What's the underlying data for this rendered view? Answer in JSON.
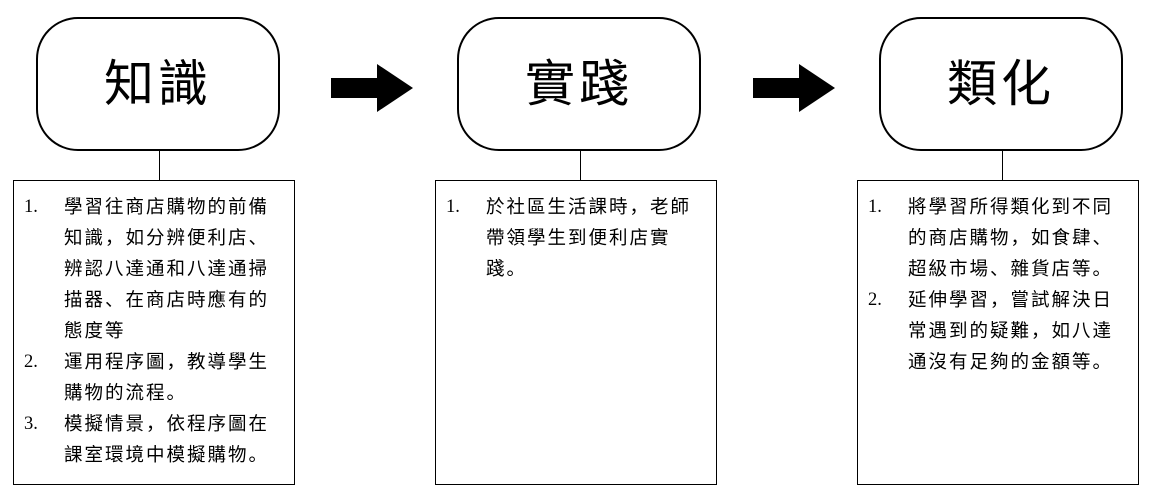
{
  "stages": [
    {
      "title": "知識",
      "items": [
        {
          "num": "1.",
          "text": "學習往商店購物的前備知識，如分辨便利店、辨認八達通和八達通掃描器、在商店時應有的態度等"
        },
        {
          "num": "2.",
          "text": "運用程序圖，教導學生購物的流程。"
        },
        {
          "num": "3.",
          "text": "模擬情景，依程序圖在課室環境中模擬購物。"
        }
      ]
    },
    {
      "title": "實踐",
      "items": [
        {
          "num": "1.",
          "text": "於社區生活課時，老師帶領學生到便利店實踐。"
        }
      ]
    },
    {
      "title": "類化",
      "items": [
        {
          "num": "1.",
          "text": "將學習所得類化到不同的商店購物，如食肆、超級市場、雜貨店等。"
        },
        {
          "num": "2.",
          "text": "延伸學習，嘗試解決日常遇到的疑難，如八達通沒有足夠的金額等。"
        }
      ]
    }
  ]
}
